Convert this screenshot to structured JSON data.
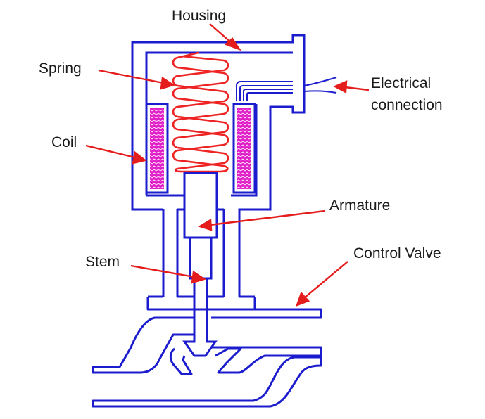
{
  "labels": {
    "housing": "Housing",
    "spring": "Spring",
    "coil": "Coil",
    "electrical_line1": "Electrical",
    "electrical_line2": "connection",
    "armature": "Armature",
    "stem": "Stem",
    "control_valve": "Control Valve"
  },
  "colors": {
    "structure": "#1c1ccf",
    "spring": "#ee2424",
    "coil": "#e01fc8",
    "arrow": "#e41c1c",
    "text": "#1a1a1a"
  }
}
